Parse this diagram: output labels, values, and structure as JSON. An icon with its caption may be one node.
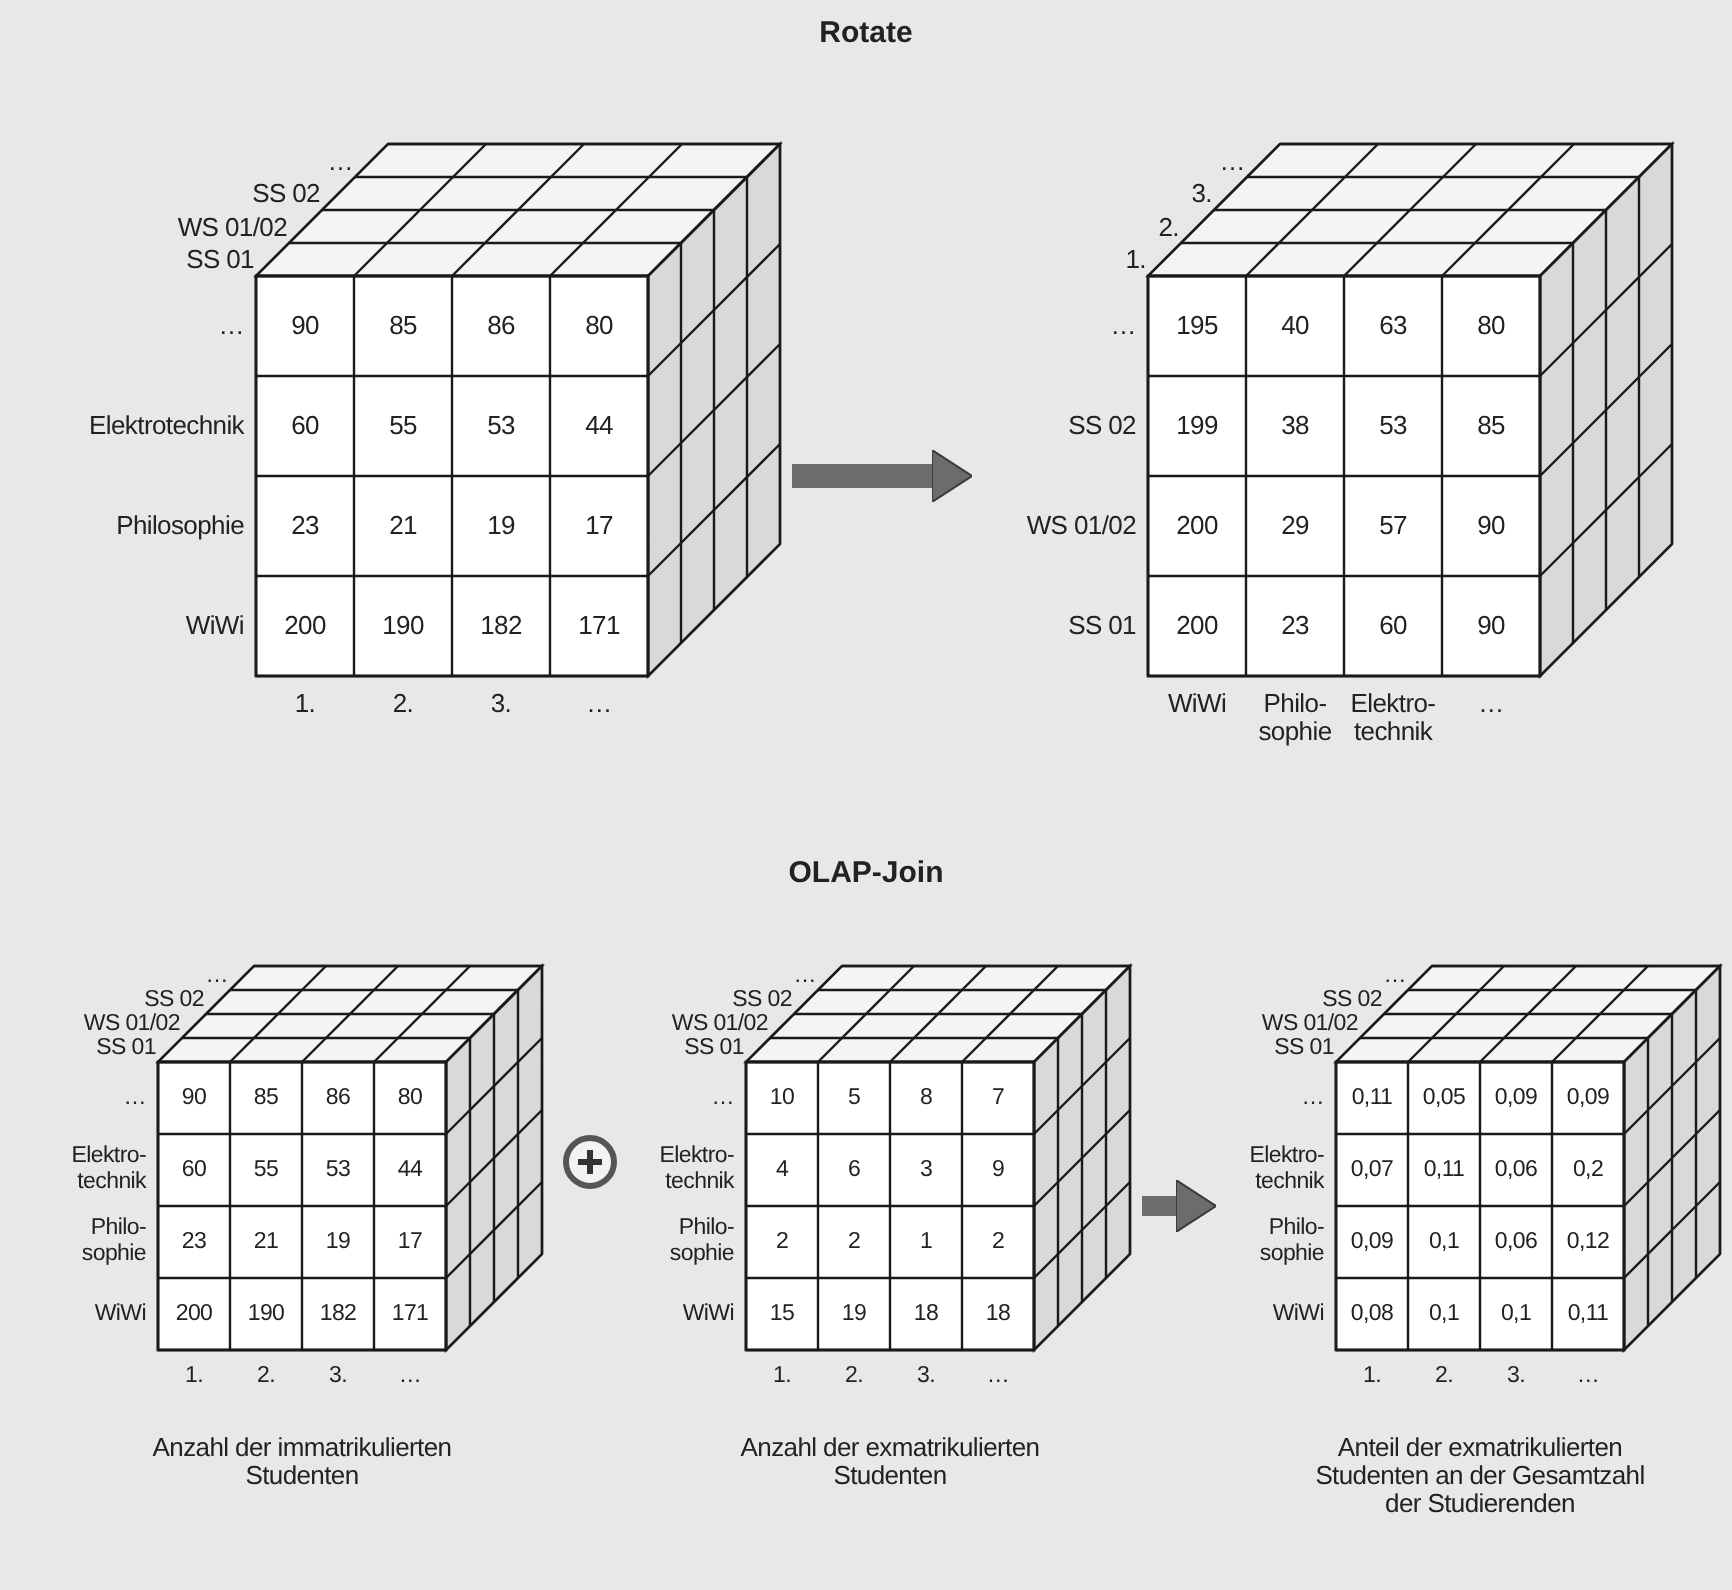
{
  "diagram": {
    "nodes": [
      {
        "text": [
          "…",
          "SS 02",
          "WS 01/02",
          "SS 01",
          "…",
          "90",
          "85",
          "86",
          "80",
          "Elektrotechnik",
          "60",
          "55",
          "53",
          "44",
          "Philosophie",
          "23",
          "21",
          "19",
          "17",
          "WiWi",
          "200",
          "190",
          "182",
          "171",
          "1.",
          "2.",
          "3.",
          "…"
        ]
      },
      {
        "text": [
          "…",
          "3.",
          "2.",
          "1.",
          "…",
          "195",
          "40",
          "63",
          "80",
          "SS 02",
          "199",
          "38",
          "53",
          "85",
          "WS 01/02",
          "200",
          "29",
          "57",
          "90",
          "SS 01",
          "200",
          "23",
          "60",
          "90",
          "WiWi",
          "Philo- sophie",
          "Elektro- technik",
          "…"
        ]
      },
      {
        "text": [
          "…",
          "SS 02",
          "WS 01/02",
          "SS 01",
          "…",
          "90",
          "85",
          "86",
          "80",
          "Elektro- technik",
          "60",
          "55",
          "53",
          "44",
          "Philo- sophie",
          "23",
          "21",
          "19",
          "17",
          "WiWi",
          "200",
          "190",
          "182",
          "171",
          "1.",
          "2.",
          "3.",
          "…"
        ],
        "beside": [
          "Anzahl der immatrikulierten Studenten"
        ]
      },
      {
        "text": [
          "…",
          "SS 02",
          "WS 01/02",
          "SS 01",
          "…",
          "10",
          "5",
          "8",
          "7",
          "Elektro- technik",
          "4",
          "6",
          "3",
          "9",
          "Philo- sophie",
          "2",
          "2",
          "1",
          "2",
          "WiWi",
          "15",
          "19",
          "18",
          "18",
          "1.",
          "2.",
          "3.",
          "…"
        ],
        "beside": [
          "Anzahl der exmatrikulierten Studenten"
        ]
      },
      {
        "text": [
          "…",
          "SS 02",
          "WS 01/02",
          "SS 01",
          "…",
          "0,11",
          "0,05",
          "0,09",
          "0,09",
          "Elektro- technik",
          "0,07",
          "0,11",
          "0,06",
          "0,2",
          "Philo- sophie",
          "0,09",
          "0,1",
          "0,06",
          "0,12",
          "WiWi",
          "0,08",
          "0,1",
          "0,1",
          "0,11",
          "1.",
          "2.",
          "3.",
          "…"
        ],
        "beside": [
          "Anteil der exmatrikulierten Studenten an der Gesamtzahl der Studierenden"
        ]
      }
    ],
    "edges": [
      {
        "from": 0,
        "to": 1,
        "arrow": "to"
      },
      {
        "from": 3,
        "to": 4,
        "arrow": "to"
      }
    ],
    "labels": [
      "Rotate",
      "OLAP-Join"
    ]
  }
}
